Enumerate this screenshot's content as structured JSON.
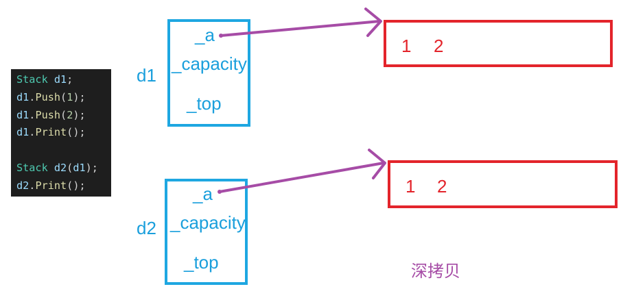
{
  "code": {
    "lines": [
      [
        {
          "t": "Stack",
          "c": "kw"
        },
        {
          "t": " d1",
          "c": "id"
        },
        {
          "t": ";",
          "c": "pn"
        }
      ],
      [
        {
          "t": "d1",
          "c": "id"
        },
        {
          "t": ".",
          "c": "pn"
        },
        {
          "t": "Push",
          "c": "fn"
        },
        {
          "t": "(",
          "c": "pn"
        },
        {
          "t": "1",
          "c": "num"
        },
        {
          "t": ");",
          "c": "pn"
        }
      ],
      [
        {
          "t": "d1",
          "c": "id"
        },
        {
          "t": ".",
          "c": "pn"
        },
        {
          "t": "Push",
          "c": "fn"
        },
        {
          "t": "(",
          "c": "pn"
        },
        {
          "t": "2",
          "c": "num"
        },
        {
          "t": ");",
          "c": "pn"
        }
      ],
      [
        {
          "t": "d1",
          "c": "id"
        },
        {
          "t": ".",
          "c": "pn"
        },
        {
          "t": "Print",
          "c": "fn"
        },
        {
          "t": "();",
          "c": "pn"
        }
      ],
      [],
      [
        {
          "t": "Stack",
          "c": "kw"
        },
        {
          "t": " d2",
          "c": "id"
        },
        {
          "t": "(",
          "c": "pn"
        },
        {
          "t": "d1",
          "c": "id"
        },
        {
          "t": ");",
          "c": "pn"
        }
      ],
      [
        {
          "t": "d2",
          "c": "id"
        },
        {
          "t": ".",
          "c": "pn"
        },
        {
          "t": "Print",
          "c": "fn"
        },
        {
          "t": "();",
          "c": "pn"
        }
      ]
    ]
  },
  "objects": {
    "d1": {
      "name": "d1",
      "member_a": "_a",
      "member_capacity": "_capacity",
      "member_top": "_top"
    },
    "d2": {
      "name": "d2",
      "member_a": "_a",
      "member_capacity": "_capacity",
      "member_top": "_top"
    }
  },
  "heap": {
    "d1": {
      "v1": "1",
      "v2": "2"
    },
    "d2": {
      "v1": "1",
      "v2": "2"
    }
  },
  "caption": "深拷贝",
  "colors": {
    "object": "#1ea7e1",
    "heap": "#e3242b",
    "arrow": "#a64ca6",
    "code_bg": "#1e1e1e"
  }
}
